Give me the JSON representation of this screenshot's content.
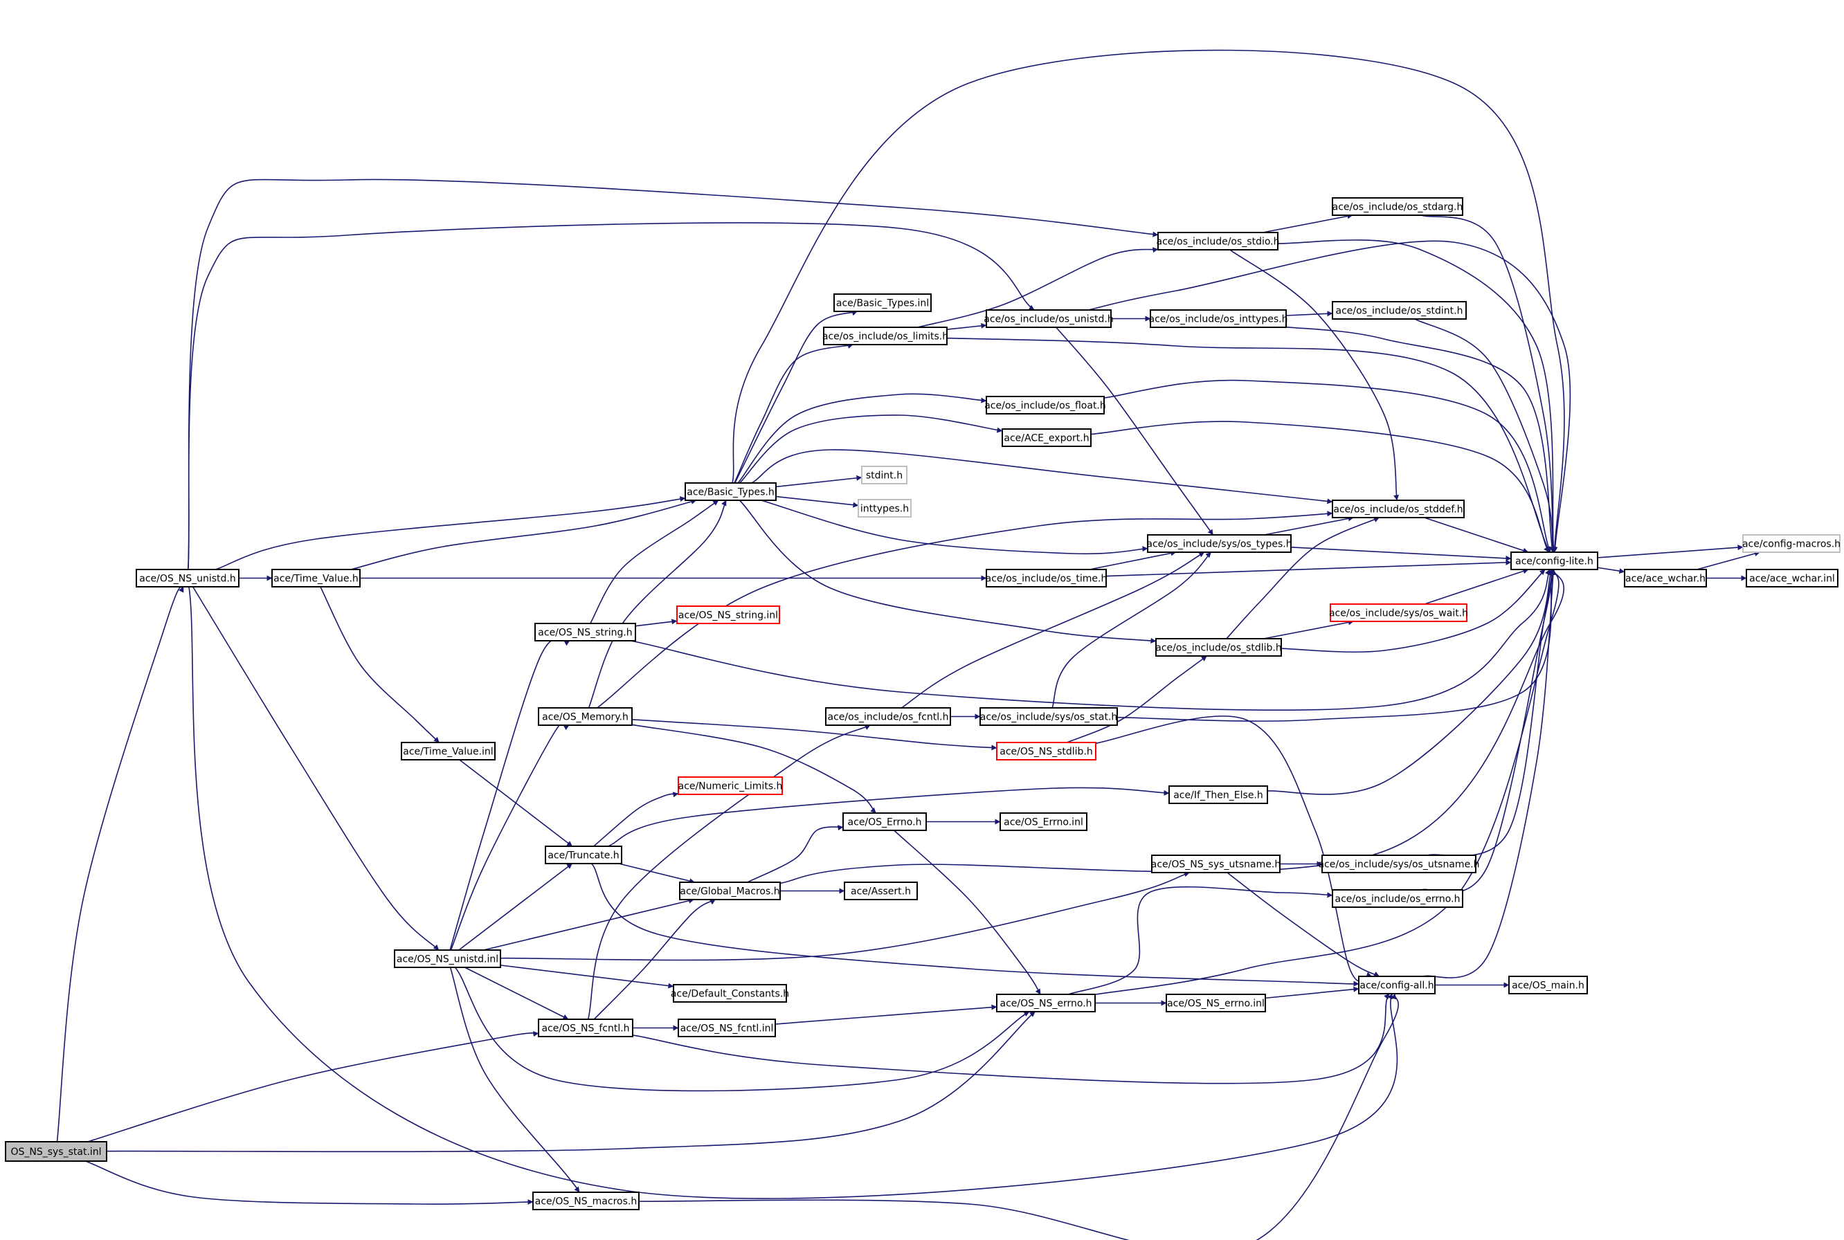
{
  "colors": {
    "edge": "#191970",
    "node_border": "#000000",
    "node_fill": "#ffffff",
    "truncated_border": "#ff0000",
    "external_border": "#bfbfbf",
    "root_fill": "#bfbfbf"
  },
  "nodes": [
    {
      "id": "root",
      "label": "OS_NS_sys_stat.inl",
      "kind": "root"
    },
    {
      "id": "unistd_h",
      "label": "ace/OS_NS_unistd.h",
      "kind": "normal"
    },
    {
      "id": "time_value_h",
      "label": "ace/Time_Value.h",
      "kind": "normal"
    },
    {
      "id": "time_value_inl",
      "label": "ace/Time_Value.inl",
      "kind": "normal"
    },
    {
      "id": "basic_types_h",
      "label": "ace/Basic_Types.h",
      "kind": "normal"
    },
    {
      "id": "basic_types_inl",
      "label": "ace/Basic_Types.inl",
      "kind": "normal"
    },
    {
      "id": "os_limits",
      "label": "ace/os_include/os_limits.h",
      "kind": "normal"
    },
    {
      "id": "os_unistd",
      "label": "ace/os_include/os_unistd.h",
      "kind": "normal"
    },
    {
      "id": "os_inttypes",
      "label": "ace/os_include/os_inttypes.h",
      "kind": "normal"
    },
    {
      "id": "os_stdint",
      "label": "ace/os_include/os_stdint.h",
      "kind": "normal"
    },
    {
      "id": "os_stdio",
      "label": "ace/os_include/os_stdio.h",
      "kind": "normal"
    },
    {
      "id": "os_stdarg",
      "label": "ace/os_include/os_stdarg.h",
      "kind": "normal"
    },
    {
      "id": "os_float",
      "label": "ace/os_include/os_float.h",
      "kind": "normal"
    },
    {
      "id": "ace_export",
      "label": "ace/ACE_export.h",
      "kind": "normal"
    },
    {
      "id": "stdint",
      "label": "stdint.h",
      "kind": "external"
    },
    {
      "id": "inttypes",
      "label": "inttypes.h",
      "kind": "external"
    },
    {
      "id": "os_stddef",
      "label": "ace/os_include/os_stddef.h",
      "kind": "normal"
    },
    {
      "id": "sys_os_types",
      "label": "ace/os_include/sys/os_types.h",
      "kind": "normal"
    },
    {
      "id": "config_lite",
      "label": "ace/config-lite.h",
      "kind": "normal"
    },
    {
      "id": "config_macros",
      "label": "ace/config-macros.h",
      "kind": "external"
    },
    {
      "id": "ace_wchar_h",
      "label": "ace/ace_wchar.h",
      "kind": "normal"
    },
    {
      "id": "ace_wchar_inl",
      "label": "ace/ace_wchar.inl",
      "kind": "normal"
    },
    {
      "id": "os_time",
      "label": "ace/os_include/os_time.h",
      "kind": "normal"
    },
    {
      "id": "sys_os_wait",
      "label": "ace/os_include/sys/os_wait.h",
      "kind": "truncated"
    },
    {
      "id": "os_stdlib",
      "label": "ace/os_include/os_stdlib.h",
      "kind": "normal"
    },
    {
      "id": "ns_string_h",
      "label": "ace/OS_NS_string.h",
      "kind": "normal"
    },
    {
      "id": "ns_string_inl",
      "label": "ace/OS_NS_string.inl",
      "kind": "truncated"
    },
    {
      "id": "os_memory",
      "label": "ace/OS_Memory.h",
      "kind": "normal"
    },
    {
      "id": "os_fcntl_inc",
      "label": "ace/os_include/os_fcntl.h",
      "kind": "normal"
    },
    {
      "id": "sys_os_stat",
      "label": "ace/os_include/sys/os_stat.h",
      "kind": "normal"
    },
    {
      "id": "ns_stdlib",
      "label": "ace/OS_NS_stdlib.h",
      "kind": "truncated"
    },
    {
      "id": "numeric_limits",
      "label": "ace/Numeric_Limits.h",
      "kind": "truncated"
    },
    {
      "id": "if_then_else",
      "label": "ace/If_Then_Else.h",
      "kind": "normal"
    },
    {
      "id": "os_errno_h",
      "label": "ace/OS_Errno.h",
      "kind": "normal"
    },
    {
      "id": "os_errno_inl",
      "label": "ace/OS_Errno.inl",
      "kind": "normal"
    },
    {
      "id": "truncate",
      "label": "ace/Truncate.h",
      "kind": "normal"
    },
    {
      "id": "global_macros",
      "label": "ace/Global_Macros.h",
      "kind": "normal"
    },
    {
      "id": "assert",
      "label": "ace/Assert.h",
      "kind": "normal"
    },
    {
      "id": "ns_sys_utsname",
      "label": "ace/OS_NS_sys_utsname.h",
      "kind": "normal"
    },
    {
      "id": "sys_os_utsname",
      "label": "ace/os_include/sys/os_utsname.h",
      "kind": "normal"
    },
    {
      "id": "os_errno_inc",
      "label": "ace/os_include/os_errno.h",
      "kind": "normal"
    },
    {
      "id": "ns_unistd_inl",
      "label": "ace/OS_NS_unistd.inl",
      "kind": "normal"
    },
    {
      "id": "default_constants",
      "label": "ace/Default_Constants.h",
      "kind": "normal"
    },
    {
      "id": "ns_fcntl_h",
      "label": "ace/OS_NS_fcntl.h",
      "kind": "normal"
    },
    {
      "id": "ns_fcntl_inl",
      "label": "ace/OS_NS_fcntl.inl",
      "kind": "normal"
    },
    {
      "id": "ns_errno_h",
      "label": "ace/OS_NS_errno.h",
      "kind": "normal"
    },
    {
      "id": "ns_errno_inl",
      "label": "ace/OS_NS_errno.inl",
      "kind": "normal"
    },
    {
      "id": "config_all",
      "label": "ace/config-all.h",
      "kind": "normal"
    },
    {
      "id": "os_main",
      "label": "ace/OS_main.h",
      "kind": "normal"
    },
    {
      "id": "ns_macros",
      "label": "ace/OS_NS_macros.h",
      "kind": "normal"
    }
  ]
}
